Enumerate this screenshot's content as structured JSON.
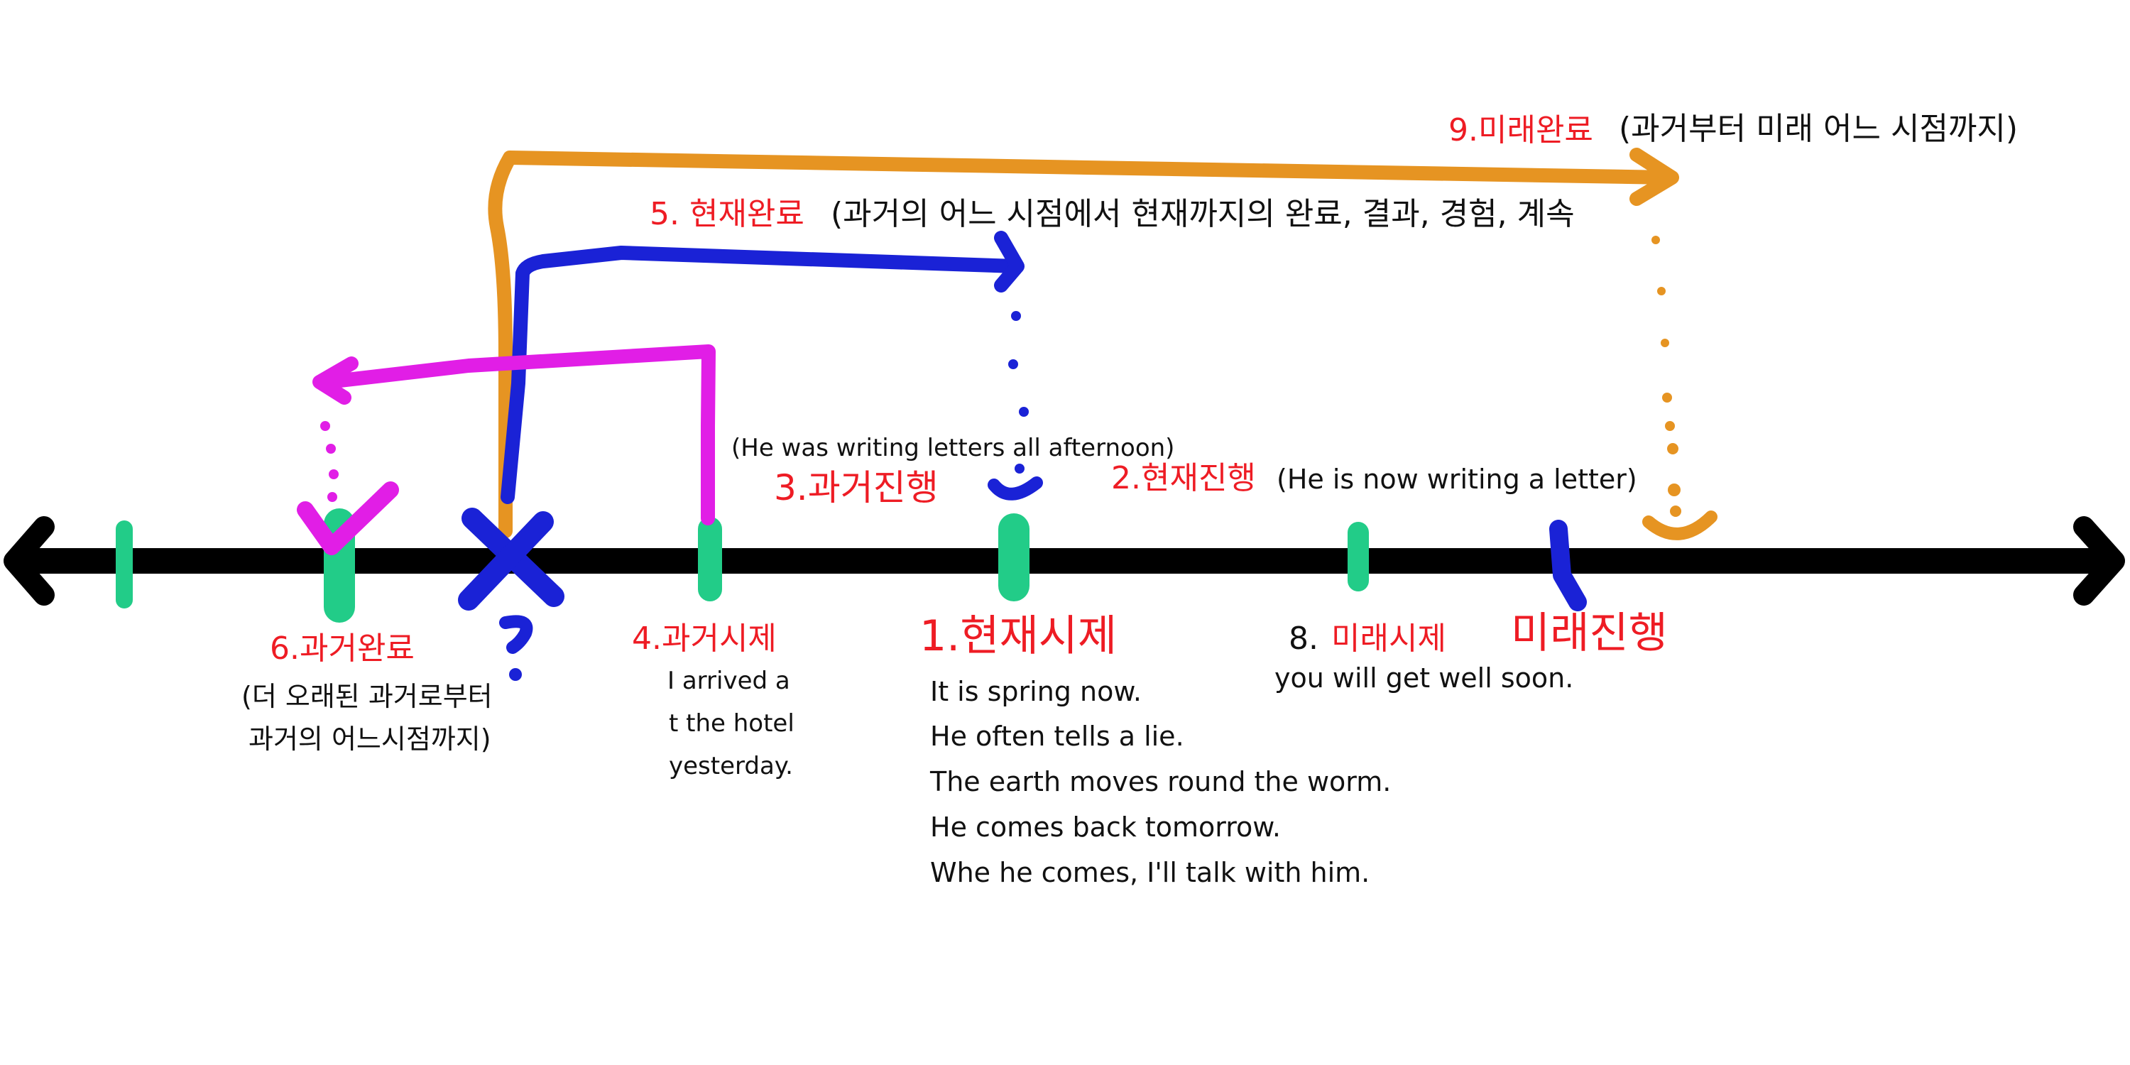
{
  "colors": {
    "timeline": "#000000",
    "tick": "#22cc88",
    "red_text": "#ee1c24",
    "perfect_arrow": "#e69422",
    "present_perfect_arrow": "#1a22d6",
    "past_perfect_arrow": "#e11ee6",
    "future_progressive_mark": "#1a22d6"
  },
  "tenses": {
    "t1": {
      "label": "1.현재시제"
    },
    "t2": {
      "label": "2.현재진행",
      "example": "(He is now writing a letter)"
    },
    "t3": {
      "label": "3.과거진행",
      "example": "(He was  writing letters all afternoon)"
    },
    "t4": {
      "label": "4.과거시제",
      "example": [
        "I arrived a",
        "t the hotel",
        "yesterday."
      ]
    },
    "t5": {
      "label": "5. 현재완료",
      "desc": "(과거의 어느 시점에서 현재까지의 완료, 결과, 경험, 계속"
    },
    "t6": {
      "label": "6.과거완료",
      "desc": [
        "(더 오래된 과거로부터",
        "과거의 어느시점까지)"
      ]
    },
    "t8": {
      "label_num": "8.",
      "label": "미래시제",
      "example": "you will get well soon."
    },
    "t9": {
      "label": "9.미래완료",
      "desc": "(과거부터 미래 어느 시점까지)"
    },
    "future_progressive": {
      "label": "미래진행"
    }
  },
  "present_examples": [
    "It is spring now.",
    "He often tells a lie.",
    "The earth moves round the worm.",
    "He comes back tomorrow.",
    "Whe he comes, I'll talk with him."
  ]
}
